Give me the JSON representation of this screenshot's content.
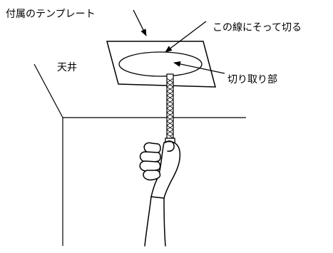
{
  "labels": {
    "template": "付属のテンプレート",
    "cut_line": "この線にそって切る",
    "ceiling": "天井",
    "cutout": "切り取り部"
  },
  "colors": {
    "ink": "#000000",
    "background": "#ffffff"
  }
}
